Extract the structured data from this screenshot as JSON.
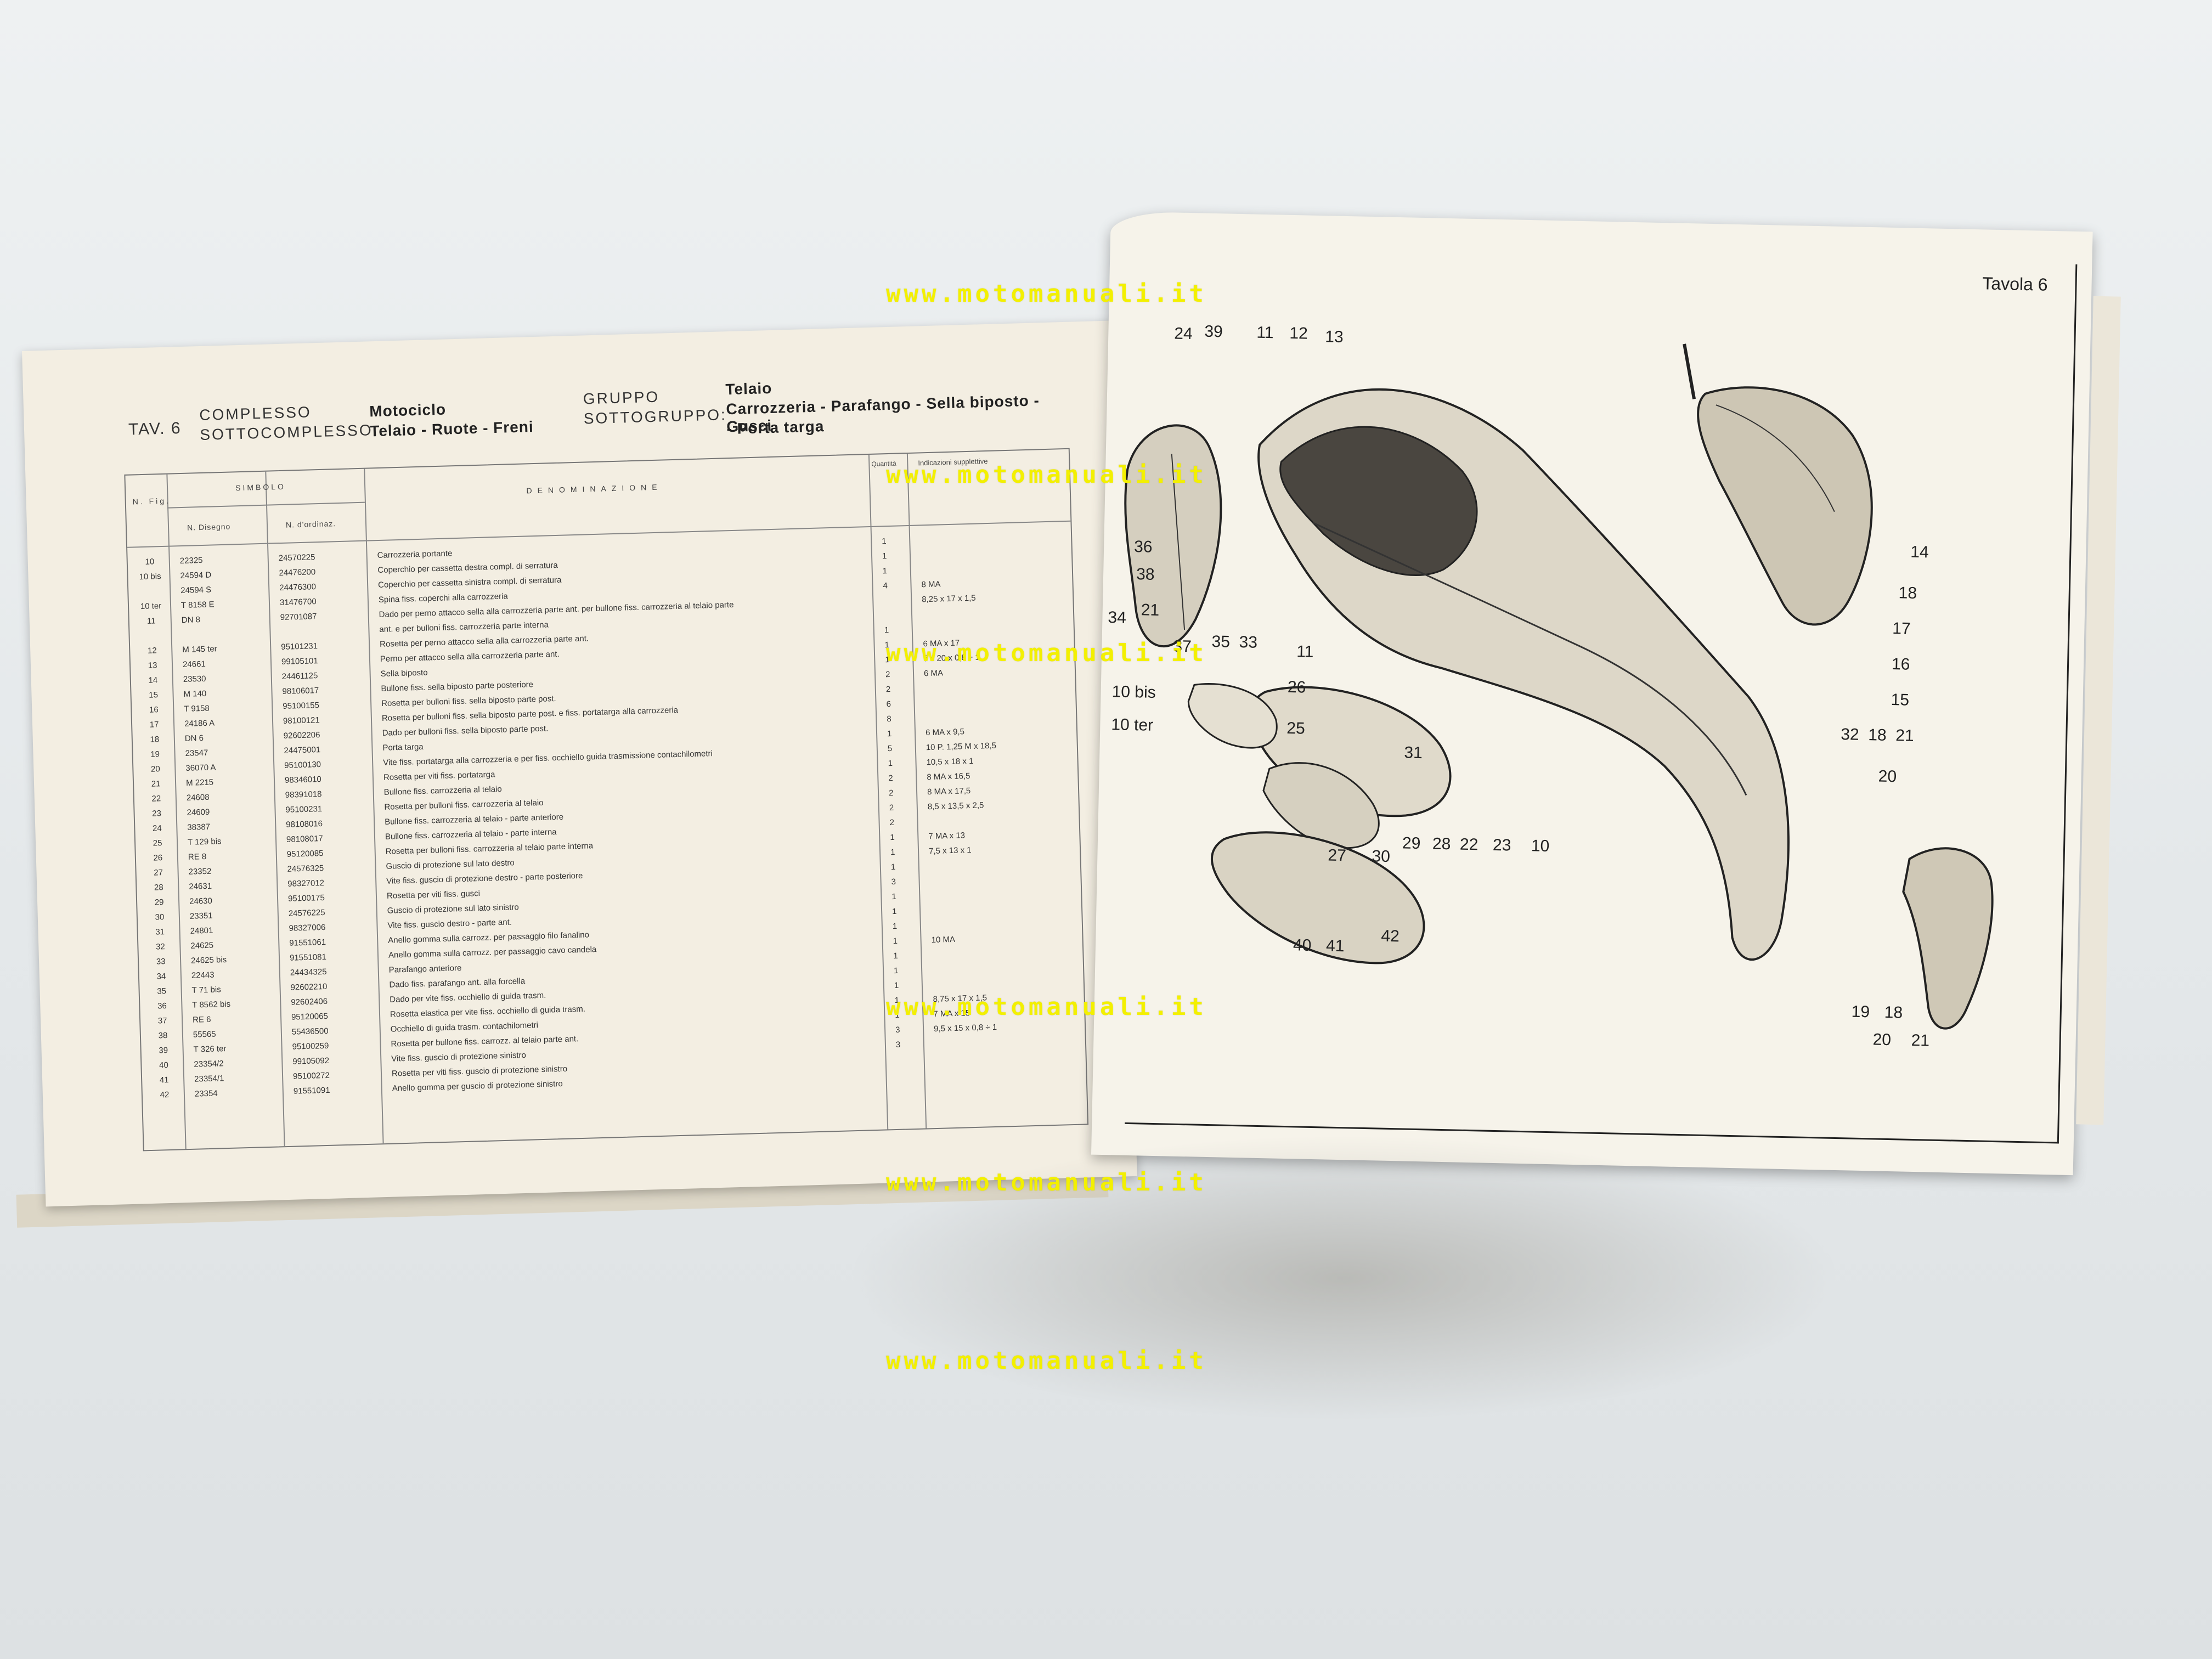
{
  "watermarks": [
    "www.motomanuali.it",
    "www.motomanuali.it",
    "www.motomanuali.it",
    "www.motomanuali.it",
    "www.motomanuali.it",
    "www.motomanuali.it"
  ],
  "header": {
    "tav_label": "TAV.",
    "tav_number": "6",
    "complesso_label": "COMPLESSO",
    "complesso_value": "Motociclo",
    "sottocomplesso_label": "SOTTOCOMPLESSO:",
    "sottocomplesso_value": "Telaio - Ruote - Freni",
    "gruppo_label": "GRUPPO",
    "gruppo_value": "Telaio",
    "sottogruppo_label": "SOTTOGRUPPO:",
    "sottogruppo_value": "Carrozzeria - Parafango - Sella biposto - Gusci",
    "sottogruppo_value2": "- Porta targa"
  },
  "table": {
    "headers": {
      "fig": "N. Fig.",
      "simbolo": "SIMBOLO",
      "disegno": "N. Disegno",
      "ordinaz": "N. d'ordinaz.",
      "denominazione": "DENOMINAZIONE",
      "quantita": "Quantità",
      "indicazioni": "Indicazioni supplettive"
    },
    "rows": [
      {
        "fig": "10",
        "dis": "22325",
        "ord": "24570225",
        "den": "Carrozzeria portante",
        "qty": "1",
        "ind": ""
      },
      {
        "fig": "10 bis",
        "dis": "24594 D",
        "ord": "24476200",
        "den": "Coperchio per cassetta destra compl. di serratura",
        "qty": "1",
        "ind": ""
      },
      {
        "fig": "",
        "dis": "24594 S",
        "ord": "24476300",
        "den": "Coperchio per cassetta sinistra compl. di serratura",
        "qty": "1",
        "ind": ""
      },
      {
        "fig": "10 ter",
        "dis": "T 8158 E",
        "ord": "31476700",
        "den": "Spina fiss. coperchi alla carrozzeria",
        "qty": "4",
        "ind": "8 MA"
      },
      {
        "fig": "11",
        "dis": "DN 8",
        "ord": "92701087",
        "den": "Dado per perno attacco sella alla carrozzeria parte ant. per bullone fiss. carrozzeria al telaio parte",
        "qty": "",
        "ind": "8,25 x 17 x 1,5"
      },
      {
        "fig": "",
        "dis": "",
        "ord": "",
        "den": "ant. e per bulloni fiss. carrozzeria parte interna",
        "qty": "",
        "ind": ""
      },
      {
        "fig": "12",
        "dis": "M 145 ter",
        "ord": "95101231",
        "den": "Rosetta per perno attacco sella alla carrozzeria parte ant.",
        "qty": "1",
        "ind": ""
      },
      {
        "fig": "13",
        "dis": "24661",
        "ord": "99105101",
        "den": "Perno per attacco sella alla carrozzeria parte ant.",
        "qty": "1",
        "ind": "6 MA x 17"
      },
      {
        "fig": "14",
        "dis": "23530",
        "ord": "24461125",
        "den": "Sella biposto",
        "qty": "1",
        "ind": "7 x 20 x 0,8 ÷ 1"
      },
      {
        "fig": "15",
        "dis": "M 140",
        "ord": "98106017",
        "den": "Bullone fiss. sella biposto parte posteriore",
        "qty": "2",
        "ind": "6 MA"
      },
      {
        "fig": "16",
        "dis": "T 9158",
        "ord": "95100155",
        "den": "Rosetta per bulloni fiss. sella biposto parte post.",
        "qty": "2",
        "ind": ""
      },
      {
        "fig": "17",
        "dis": "24186 A",
        "ord": "98100121",
        "den": "Rosetta per bulloni fiss. sella biposto parte post. e fiss. portatarga alla carrozzeria",
        "qty": "6",
        "ind": ""
      },
      {
        "fig": "18",
        "dis": "DN 6",
        "ord": "92602206",
        "den": "Dado per bulloni fiss. sella biposto parte post.",
        "qty": "8",
        "ind": ""
      },
      {
        "fig": "19",
        "dis": "23547",
        "ord": "24475001",
        "den": "Porta targa",
        "qty": "1",
        "ind": "6 MA x 9,5"
      },
      {
        "fig": "20",
        "dis": "36070 A",
        "ord": "95100130",
        "den": "Vite fiss. portatarga alla carrozzeria e per fiss. occhiello guida trasmissione contachilometri",
        "qty": "5",
        "ind": "10 P. 1,25 M x 18,5"
      },
      {
        "fig": "21",
        "dis": "M 2215",
        "ord": "98346010",
        "den": "Rosetta per viti fiss. portatarga",
        "qty": "1",
        "ind": "10,5 x 18 x 1"
      },
      {
        "fig": "22",
        "dis": "24608",
        "ord": "98391018",
        "den": "Bullone fiss. carrozzeria al telaio",
        "qty": "2",
        "ind": "8 MA x 16,5"
      },
      {
        "fig": "23",
        "dis": "24609",
        "ord": "95100231",
        "den": "Rosetta per bulloni fiss. carrozzeria al telaio",
        "qty": "2",
        "ind": "8 MA x 17,5"
      },
      {
        "fig": "24",
        "dis": "38387",
        "ord": "98108016",
        "den": "Bullone fiss. carrozzeria al telaio - parte anteriore",
        "qty": "2",
        "ind": "8,5 x 13,5 x 2,5"
      },
      {
        "fig": "25",
        "dis": "T 129 bis",
        "ord": "98108017",
        "den": "Bullone fiss. carrozzeria al telaio - parte interna",
        "qty": "2",
        "ind": ""
      },
      {
        "fig": "26",
        "dis": "RE 8",
        "ord": "95120085",
        "den": "Rosetta per bulloni fiss. carrozzeria al telaio parte interna",
        "qty": "1",
        "ind": "7 MA x 13"
      },
      {
        "fig": "27",
        "dis": "23352",
        "ord": "24576325",
        "den": "Guscio di protezione sul lato destro",
        "qty": "1",
        "ind": "7,5 x 13 x 1"
      },
      {
        "fig": "28",
        "dis": "24631",
        "ord": "98327012",
        "den": "Vite fiss. guscio di protezione destro - parte posteriore",
        "qty": "1",
        "ind": ""
      },
      {
        "fig": "29",
        "dis": "24630",
        "ord": "95100175",
        "den": "Rosetta per viti fiss. gusci",
        "qty": "3",
        "ind": ""
      },
      {
        "fig": "30",
        "dis": "23351",
        "ord": "24576225",
        "den": "Guscio di protezione sul lato sinistro",
        "qty": "1",
        "ind": ""
      },
      {
        "fig": "31",
        "dis": "24801",
        "ord": "98327006",
        "den": "Vite fiss. guscio destro - parte ant.",
        "qty": "1",
        "ind": ""
      },
      {
        "fig": "32",
        "dis": "24625",
        "ord": "91551061",
        "den": "Anello gomma sulla carrozz. per passaggio filo fanalino",
        "qty": "1",
        "ind": ""
      },
      {
        "fig": "33",
        "dis": "24625 bis",
        "ord": "91551081",
        "den": "Anello gomma sulla carrozz. per passaggio cavo candela",
        "qty": "1",
        "ind": "10 MA"
      },
      {
        "fig": "34",
        "dis": "22443",
        "ord": "24434325",
        "den": "Parafango anteriore",
        "qty": "1",
        "ind": ""
      },
      {
        "fig": "35",
        "dis": "T 71 bis",
        "ord": "92602210",
        "den": "Dado fiss. parafango ant. alla forcella",
        "qty": "1",
        "ind": ""
      },
      {
        "fig": "36",
        "dis": "T 8562 bis",
        "ord": "92602406",
        "den": "Dado per vite fiss. occhiello di guida trasm.",
        "qty": "1",
        "ind": ""
      },
      {
        "fig": "37",
        "dis": "RE 6",
        "ord": "95120065",
        "den": "Rosetta elastica per vite fiss. occhiello di guida trasm.",
        "qty": "1",
        "ind": "8,75 x 17 x 1,5"
      },
      {
        "fig": "38",
        "dis": "55565",
        "ord": "55436500",
        "den": "Occhiello di guida trasm. contachilometri",
        "qty": "1",
        "ind": "7 MA x 15"
      },
      {
        "fig": "39",
        "dis": "T 326 ter",
        "ord": "95100259",
        "den": "Rosetta per bullone fiss. carrozz. al telaio parte ant.",
        "qty": "3",
        "ind": "9,5 x 15 x 0,8 ÷ 1"
      },
      {
        "fig": "40",
        "dis": "23354/2",
        "ord": "99105092",
        "den": "Vite fiss. guscio di protezione sinistro",
        "qty": "3",
        "ind": ""
      },
      {
        "fig": "41",
        "dis": "23354/1",
        "ord": "95100272",
        "den": "Rosetta per viti fiss. guscio di protezione sinistro",
        "qty": "",
        "ind": ""
      },
      {
        "fig": "42",
        "dis": "23354",
        "ord": "91551091",
        "den": "Anello gomma per guscio di protezione sinistro",
        "qty": "",
        "ind": ""
      }
    ]
  },
  "diagram": {
    "title": "Tavola 6",
    "labels": [
      "24",
      "39",
      "11",
      "12",
      "13",
      "14",
      "18",
      "17",
      "16",
      "15",
      "36",
      "38",
      "34",
      "21",
      "37",
      "35",
      "33",
      "11",
      "26",
      "25",
      "10 bis",
      "10 ter",
      "31",
      "29",
      "28",
      "22",
      "23",
      "10",
      "27",
      "30",
      "32",
      "18",
      "21",
      "20",
      "40",
      "41",
      "42",
      "19",
      "18",
      "20",
      "21"
    ]
  }
}
